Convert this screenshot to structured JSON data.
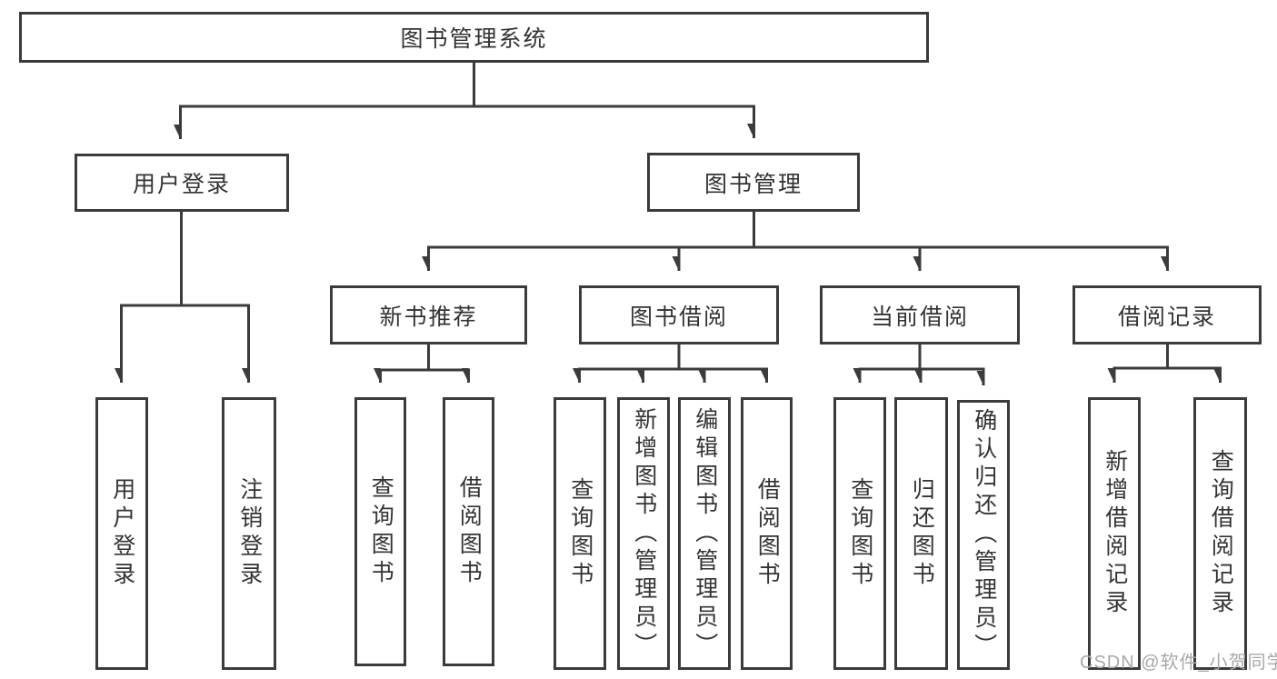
{
  "tree": {
    "root": "图书管理系统",
    "branches": [
      {
        "label": "用户登录",
        "children": [
          "用户登录",
          "注销登录"
        ]
      },
      {
        "label": "图书管理",
        "sections": [
          {
            "label": "新书推荐",
            "children": [
              "查询图书",
              "借阅图书"
            ]
          },
          {
            "label": "图书借阅",
            "children": [
              "查询图书",
              "新增图书（管理员）",
              "编辑图书（管理员）",
              "借阅图书"
            ]
          },
          {
            "label": "当前借阅",
            "children": [
              "查询图书",
              "归还图书",
              "确认归还（管理员）"
            ]
          },
          {
            "label": "借阅记录",
            "children": [
              "新增借阅记录",
              "查询借阅记录"
            ]
          }
        ]
      }
    ]
  },
  "watermark": "CSDN @软件_小贺同学",
  "colors": {
    "line": "#3b3b3b",
    "text": "#333333",
    "watermark": "#a9a9a9",
    "background": "#ffffff"
  }
}
